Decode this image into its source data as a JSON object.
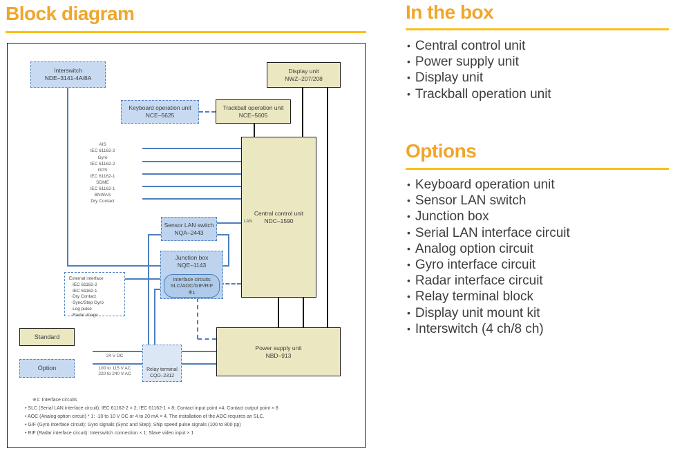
{
  "page": {
    "left_title": "Block diagram",
    "accent_color": "#F0A62B",
    "underline_color": "#FDBE17"
  },
  "diagram": {
    "legend": {
      "standard": "Standard",
      "option": "Option"
    },
    "boxes": {
      "interswitch": {
        "name": "Interswitch",
        "model": "NDE–3141-4A/8A"
      },
      "display_unit": {
        "name": "Display unit",
        "model": "NWZ–207/208"
      },
      "keyboard": {
        "name": "Keyboard operation unit",
        "model": "NCE–5625"
      },
      "trackball": {
        "name": "Trackball operation unit",
        "model": "NCE–5605"
      },
      "central_control": {
        "name": "Central control unit",
        "model": "NDC–1590",
        "port_label": "LAN"
      },
      "sensor_lan_switch": {
        "name": "Sensor LAN switch",
        "model": "NQA–2443"
      },
      "junction_box": {
        "name": "Junction box",
        "model": "NQE–1143"
      },
      "interface_circuits": {
        "name": "Interface circuits",
        "model": "SLC/AOC/GIF/RIF",
        "note_ref": "※1"
      },
      "power_supply": {
        "name": "Power supply unit",
        "model": "NBD–913"
      },
      "relay_terminal": {
        "name": "Relay terminal",
        "model": "CQD–2312"
      }
    },
    "external_interface": {
      "title": "External interface",
      "items": [
        "·IEC 61162-2",
        "·IEC 61162-1",
        "·Dry Contact",
        "·Sync/Step Gyro",
        "·Log pulse",
        "·Radar image"
      ]
    },
    "inputs": [
      {
        "name": "AIS",
        "spec": "IEC 61162-2"
      },
      {
        "name": "Gyro",
        "spec": "IEC 61162-2"
      },
      {
        "name": "GPS",
        "spec": "IEC 61162-1"
      },
      {
        "name": "SDME",
        "spec": "IEC 61162-1"
      },
      {
        "name": "BNWAS",
        "spec": "Dry Contact"
      }
    ],
    "power_labels": {
      "dc": "24 V DC",
      "ac1": "100 to 115 V AC",
      "ac2": "220 to 240 V AC"
    },
    "footnotes": {
      "title": "※1: Interface circuits",
      "lines": [
        "• SLC (Serial LAN interface circuit): IEC 61162-2 × 2; IEC 61162-1 × 8; Contact input point ×4; Contact output point × 8",
        "• AOC (Analog option circuit) * 1: -10 to 10 V DC or 4 to 20 mA × 4. The installation of the AOC requires an SLC.",
        "• GIF (Gyro interface circuit): Gyro signals (Sync and Step); Ship speed pulse signals (100 to 800 pp)",
        "• RIF (Radar interface circuit): Interswitch connection × 1; Slave video input × 1"
      ]
    }
  },
  "right": {
    "bullet": "•",
    "in_the_box": {
      "title": "In the box",
      "items": [
        "Central control unit",
        "Power supply unit",
        "Display unit",
        "Trackball operation unit"
      ]
    },
    "options": {
      "title": "Options",
      "items": [
        "Keyboard operation unit",
        "Sensor LAN switch",
        "Junction box",
        "Serial LAN interface circuit",
        "Analog option circuit",
        "Gyro interface circuit",
        "Radar interface circuit",
        "Relay terminal block",
        "Display unit mount kit",
        "Interswitch (4 ch/8 ch)"
      ]
    }
  }
}
